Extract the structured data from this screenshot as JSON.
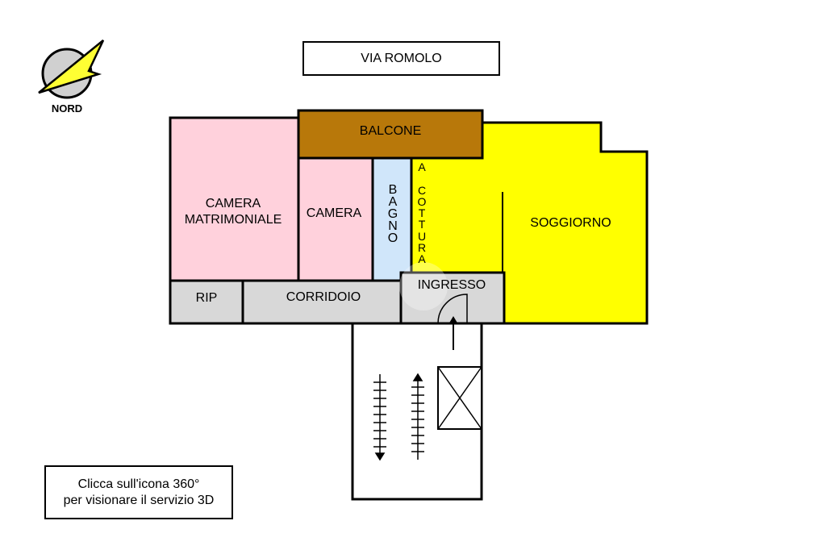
{
  "compass": {
    "label": "NORD"
  },
  "street": {
    "label": "VIA ROMOLO"
  },
  "rooms": {
    "camera_matrimoniale": "CAMERA MATRIMONIALE",
    "balcone": "BALCONE",
    "camera": "CAMERA",
    "bagno": "BAGNO",
    "angolo_cottura": "A COTTURA",
    "soggiorno": "SOGGIORNO",
    "rip": "RIP",
    "corridoio": "CORRIDOIO",
    "ingresso": "INGRESSO"
  },
  "note": {
    "line1": "Clicca sull'icona 360°",
    "line2": "per visionare il servizio 3D"
  },
  "colors": {
    "bedroom": "#ffd1dc",
    "balcony": "#b8780a",
    "bath": "#d0e6fa",
    "living": "#ffff00",
    "hall": "#d8d8d8"
  }
}
